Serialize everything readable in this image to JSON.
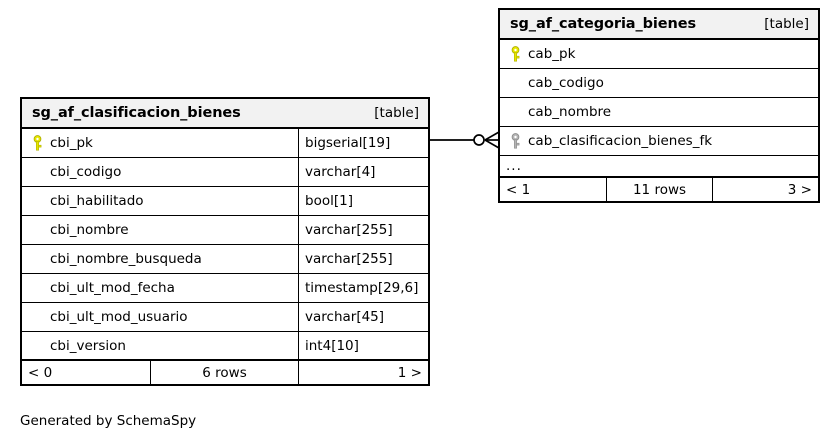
{
  "diagram": {
    "caption": "Generated by SchemaSpy",
    "table_tag": "[table]"
  },
  "tables": {
    "left": {
      "name": "sg_af_clasificacion_bienes",
      "tag": "[table]",
      "columns": [
        {
          "name": "cbi_pk",
          "type": "bigserial[19]",
          "key": "primary"
        },
        {
          "name": "cbi_codigo",
          "type": "varchar[4]",
          "key": "none"
        },
        {
          "name": "cbi_habilitado",
          "type": "bool[1]",
          "key": "none"
        },
        {
          "name": "cbi_nombre",
          "type": "varchar[255]",
          "key": "none"
        },
        {
          "name": "cbi_nombre_busqueda",
          "type": "varchar[255]",
          "key": "none"
        },
        {
          "name": "cbi_ult_mod_fecha",
          "type": "timestamp[29,6]",
          "key": "none"
        },
        {
          "name": "cbi_ult_mod_usuario",
          "type": "varchar[45]",
          "key": "none"
        },
        {
          "name": "cbi_version",
          "type": "int4[10]",
          "key": "none"
        }
      ],
      "footer": {
        "prev": "< 0",
        "rows": "6 rows",
        "next": "1 >"
      }
    },
    "right": {
      "name": "sg_af_categoria_bienes",
      "tag": "[table]",
      "columns": [
        {
          "name": "cab_pk",
          "key": "primary"
        },
        {
          "name": "cab_codigo",
          "key": "none"
        },
        {
          "name": "cab_nombre",
          "key": "none"
        },
        {
          "name": "cab_clasificacion_bienes_fk",
          "key": "foreign"
        }
      ],
      "ellipsis": "...",
      "footer": {
        "prev": "< 1",
        "rows": "11 rows",
        "next": "3 >"
      }
    }
  },
  "relationship": {
    "from_table": "sg_af_clasificacion_bienes",
    "from_column": "cbi_pk",
    "to_table": "sg_af_categoria_bienes",
    "to_column": "cab_clasificacion_bienes_fk",
    "from_cardinality": "one",
    "to_cardinality": "zero-or-many"
  },
  "colors": {
    "primary_key": "#e8e800",
    "primary_key_stroke": "#b8b800",
    "foreign_key": "#b0b0b0",
    "foreign_key_stroke": "#8c8c8c",
    "border": "#000000",
    "header_background": "#f2f2f2",
    "background": "#ffffff"
  }
}
